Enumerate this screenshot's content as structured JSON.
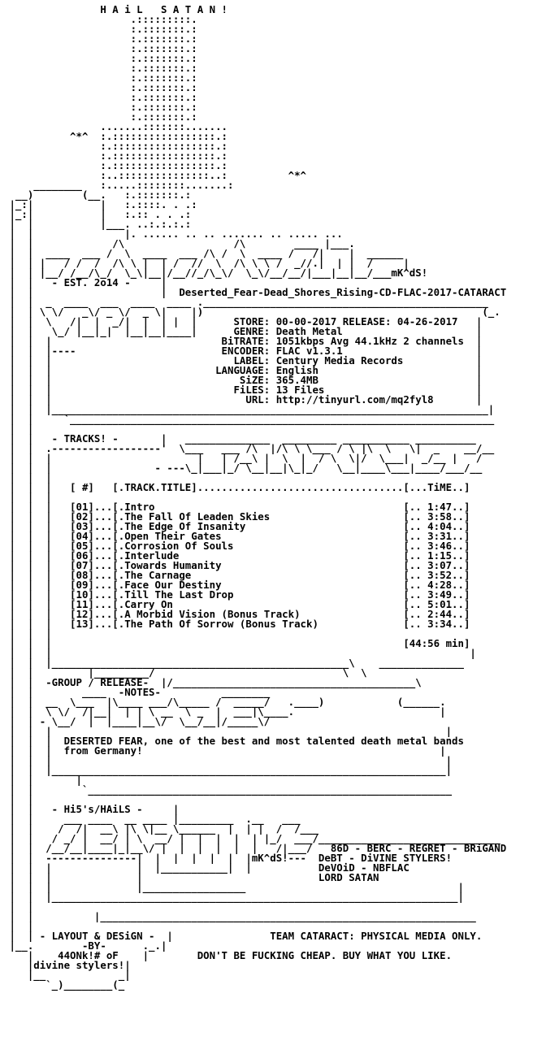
{
  "document": {
    "colors": {
      "background": "#ffffff",
      "text": "#000000"
    },
    "lines": [
      "                H A i L   S A T A N !",
      "                     .:::::::::.",
      "                     :.:::::::.:",
      "                     :.:::::::.:",
      "                     :.:::::::.:",
      "                     :.:::::::.:",
      "                     :.:::::::.:",
      "                     :.:::::::.:",
      "                     :.:::::::.:",
      "                     :.:::::::.:",
      "                     :.:::::::.:",
      "                     :.:::::::.:",
      "                .......:::::::.......",
      "           ^*^  :.:::::::::::::::::.:",
      "                :.:::::::::::::::::.:",
      "                :.:::::::::::::::::.:",
      "                :.:::::::::::::::::.:",
      "                :..:::::::::::::::..:          ^*^",
      "     ________   :.....::::::::.......:",
      "  __)        (__.   :.:::::::.:",
      " |_:|           |   :.::::. . .:",
      " |_:|           |   :.:: . . .:",
      " |  |           |___. ..:.:.:.:",
      " |  |               |. ...... .. .. ....... .. ..... ...",
      " |  |             /\\                  /\\        ____ |___.",
      " |  |  ____  ___ /  \\  ____  ___ /\\ /  \\  ____ /   /|    |  ______",
      " |  | |   / /  /  /\\ \\ |  | /  //  \\  /\\ \\ \\ /  _//.|  | |  /     |",
      " |  | |__/ /__/\\_/  \\_\\|__|/__//_/\\_\\/  \\_\\/__/__/|___|__|__/___mK^dS!",
      " |  |   - EST. 2o14 -     |",
      " |  |                     |  Deserted_Fear-Dead_Shores_Rising-CD-FLAC-2017-CATARACT",
      " |  |  _  ____  ___  ____  ____ ._______________________________________________",
      " |  | \\ \\/   _\\/ _ \\/  _ \\|    |)                                              (_.",
      " |  |  \\   /|  |  _/|  |  | |  |      STORE: 00-00-2017 RELEASE: 04-26-2017   |",
      " |  |   \\_/ |__|_|  |__|__|____|      GENRE: Death Metal                      |",
      " |  |  |                            BiTRATE: 1051kbps Avg 44.1kHz 2 channels  |",
      " |  |  |----                        ENCODER: FLAC v1.3.1                      |",
      " |  |  |                              LABEL: Century Media Records            |",
      " |  |  |                           LANGUAGE: English                          |",
      " |  |  |                               SiZE: 365.4MB                          |",
      " |  |  |                              FiLES: 13 Files                         |",
      " |  |  |                                URL: http://tinyurl.com/mq2fyl8       |",
      " |  |  |________________________________________________________________________|",
      " |  |     `______________________________________________________________________",
      " |  |",
      " |  |   - TRACKS! -       |   ______________  _________ ___________ __________",
      " |  |  .------------------'  \\___   ___ /\\  |/\\ \\ \\___ / \\ |\\  \\   \\|  _    __/__",
      " |  |  |                        |   | /__\\ |  \\  |  / \\  \\|/  \\___|  _/__ |   /",
      " |  |  |                 - ---\\_|___|_/ \\__|__|\\_|_/   \\__|____\\___|____/___/__",
      " |  |  |",
      " |  |  |   [ #]   [.TRACK.TITLE]..................................[...TiME..]",
      " |  |  |",
      " |  |  |   [01]...[.Intro                                         [.. 1:47..]",
      " |  |  |   [02]...[.The Fall Of Leaden Skies                      [.. 3:58..]",
      " |  |  |   [03]...[.The Edge Of Insanity                          [.. 4:04..]",
      " |  |  |   [04]...[.Open Their Gates                              [.. 3:31..]",
      " |  |  |   [05]...[.Corrosion Of Souls                            [.. 3:46..]",
      " |  |  |   [06]...[.Interlude                                     [.. 1:15..]",
      " |  |  |   [07]...[.Towards Humanity                              [.. 3:07..]",
      " |  |  |   [08]...[.The Carnage                                   [.. 3:52..]",
      " |  |  |   [09]...[.Face Our Destiny                              [.. 4:28..]",
      " |  |  |   [10]...[.Till The Last Drop                            [.. 3:49..]",
      " |  |  |   [11]...[.Carry On                                      [.. 5:01..]",
      " |  |  |   [12]...[.A Morbid Vision (Bonus Track)                 [.. 2:44..]",
      " |  |  |   [13]...[.The Path Of Sorrow (Bonus Track)              [.. 3:34..]",
      " |  |  |",
      " |  |  |                                                          [44:56 min]",
      " |  |  |                                                                     |",
      " |  |  |_________________________________________________\\    ______________",
      " |  |         |_________/                               \\  \\",
      " |  |  -GROUP / RELEASE-  |/________________________________________\\",
      " |  |        ____  -NOTES-          ________",
      " |  |  __  \\___  |\\____ ___/\\_____ /  _____/   .____)            (______.",
      " |  |  \\ \\/  /|__|  | | \\ __  \\ _  |  ___|\\____.                        |",
      " |  | - \\__/  |  |____|__\\/  \\__/__|/_____\\/",
      " |  |  |                                                                 |",
      " |  |  |  DESERTED FEAR, one of the best and most talented death metal bands",
      " |  |  |  from Germany!                                                 |",
      " |  |  |                                                                 |",
      " |  |  |_________________________________________________________________|",
      " |  |       |",
      " |  |        `____________________________________________________________",
      " |  |",
      " |  |   - Hi5's/HAiLS -     |",
      " |  |     ___ ____  __ ____ |_________  .__   ___",
      " |  |    /  /|  __\\ |\\ \\|__ \\______  |  | |  /  /___",
      " |  |   / _/ |  __/ | \\  __/ |  |  |  |  | |_/  ___/______________________________",
      " |  |  /__/__|____|_|__\\/ |  |  |  |  |  |   /|___/   86D - BERC - REGRET - BRiGAND",
      " |  |  ---------------|  |  |  |  |  |  |mK^dS!---  DeBT - DiVINE STYLERS!",
      " |  |  |              |  |___________|  |           DeVOiD - NBFLAC",
      " |  |  |              |                             LORD SATAN",
      " |  |  |              |_________________                                   |",
      " |  |  |___________________________________________________________________|",
      " |  |",
      " |  |          |______________________________________________________________",
      " |  |",
      " |  | - LAYOUT & DESiGN -  |                TEAM CATARACT: PHYSICAL MEDIA ONLY.",
      " |__.        -BY-      ._.|",
      "    |    44ONk!# oF    |        DON'T BE FUCKING CHEAP. BUY WHAT YOU LIKE.",
      "    |divine stylers!|",
      "    |__            _|",
      "       `_)________(_"
    ]
  }
}
